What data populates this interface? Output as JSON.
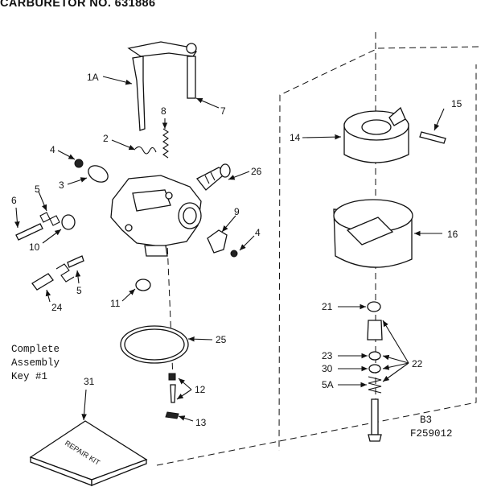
{
  "title": "CARBURETOR NO. 631886",
  "callouts": {
    "c1A": "1A",
    "c7": "7",
    "c8": "8",
    "c2": "2",
    "c4a": "4",
    "c3": "3",
    "c26": "26",
    "c6": "6",
    "c5a": "5",
    "c10": "10",
    "c9": "9",
    "c4b": "4",
    "c5b": "5",
    "c24": "24",
    "c11": "11",
    "c25": "25",
    "c12": "12",
    "c13": "13",
    "c31": "31",
    "c14": "14",
    "c15": "15",
    "c16": "16",
    "c21": "21",
    "c23": "23",
    "c30": "30",
    "c5A": "5A",
    "c22": "22"
  },
  "assembly_note": [
    "Complete",
    "Assembly",
    "Key #1"
  ],
  "kit_label": "REPAIR KIT",
  "ref_codes": [
    "B3",
    "F259012"
  ]
}
